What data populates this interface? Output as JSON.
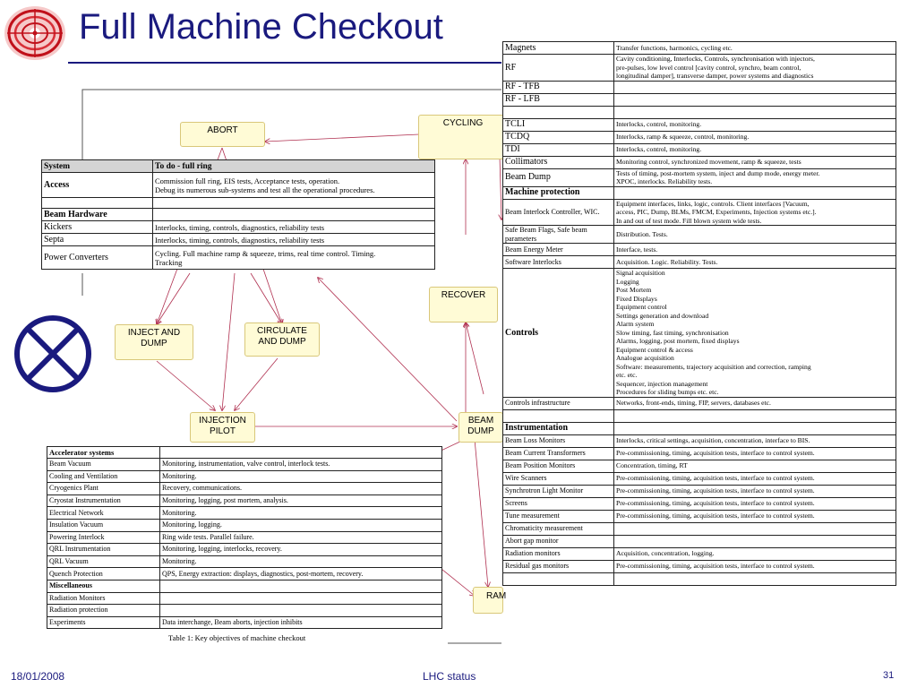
{
  "slide": {
    "title": "Full Machine Checkout",
    "footer_date": "18/01/2008",
    "footer_center": "LHC status",
    "page_number": "31"
  },
  "flow": {
    "abort": "ABORT",
    "cycling": "CYCLING",
    "recover": "RECOVER",
    "inject_and_dump": [
      "INJECT AND",
      "DUMP"
    ],
    "circulate_and_dump": [
      "CIRCULATE",
      "AND DUMP"
    ],
    "injection_pilot": [
      "INJECTION",
      "PILOT"
    ],
    "beam_dump": [
      "BEAM",
      "DUMP"
    ],
    "ramp": "RAM"
  },
  "table_full_ring": {
    "headers": [
      "System",
      "To do - full ring"
    ],
    "rows": [
      {
        "system": "Access",
        "desc": [
          "Commission full ring, EIS tests, Acceptance tests, operation.",
          "Debug its numerous sub-systems and test all the operational procedures."
        ],
        "bold": true
      },
      {
        "system": "",
        "desc": [
          ""
        ]
      },
      {
        "system": "Beam Hardware",
        "desc": [
          ""
        ],
        "bold": true
      },
      {
        "system": "Kickers",
        "desc": [
          "Interlocks, timing, controls, diagnostics, reliability tests"
        ]
      },
      {
        "system": "Septa",
        "desc": [
          "Interlocks, timing, controls, diagnostics, reliability tests"
        ]
      },
      {
        "system": "Power Converters",
        "desc": [
          "Cycling. Full machine ramp & squeeze, trims, real time control. Timing.",
          "Tracking"
        ]
      }
    ]
  },
  "table_accelerator": {
    "headers": [
      "Accelerator systems",
      ""
    ],
    "rows": [
      {
        "system": "Beam Vacuum",
        "desc": "Monitoring, instrumentation, valve control, interlock tests."
      },
      {
        "system": "Cooling and Ventilation",
        "desc": "Monitoring."
      },
      {
        "system": "Cryogenics Plant",
        "desc": "Recovery, communications."
      },
      {
        "system": "Cryostat Instrumentation",
        "desc": "Monitoring, logging, post mortem, analysis."
      },
      {
        "system": "Electrical Network",
        "desc": "Monitoring."
      },
      {
        "system": "Insulation Vacuum",
        "desc": "Monitoring, logging."
      },
      {
        "system": "Powering Interlock",
        "desc": "Ring wide tests. Parallel failure."
      },
      {
        "system": "QRL Instrumentation",
        "desc": "Monitoring, logging, interlocks, recovery."
      },
      {
        "system": "QRL Vacuum",
        "desc": "Monitoring."
      },
      {
        "system": "Quench Protection",
        "desc": "QPS, Energy extraction: displays, diagnostics, post-mortem, recovery."
      },
      {
        "system": "Miscellaneous",
        "desc": "",
        "bold": true
      },
      {
        "system": "Radiation Monitors",
        "desc": ""
      },
      {
        "system": "Radiation protection",
        "desc": ""
      },
      {
        "system": "Experiments",
        "desc": "Data interchange, Beam aborts, injection inhibits"
      }
    ],
    "caption": "Table 1:  Key objectives of machine checkout"
  },
  "table_right": {
    "rows": [
      {
        "system": "Magnets",
        "desc": [
          "Transfer functions, harmonics, cycling etc."
        ]
      },
      {
        "system": "RF",
        "desc": [
          "Cavity conditioning, Interlocks, Controls, synchronisation with injectors,",
          "pre-pulses, low level control [cavity control, synchro, beam control,",
          "longitudinal damper], transverse damper, power systems and diagnostics"
        ]
      },
      {
        "system": "RF  - TFB",
        "desc": [
          ""
        ]
      },
      {
        "system": "RF - LFB",
        "desc": [
          ""
        ]
      },
      {
        "system": "",
        "desc": [
          ""
        ]
      },
      {
        "system": "TCLI",
        "desc": [
          "Interlocks, control, monitoring."
        ]
      },
      {
        "system": "TCDQ",
        "desc": [
          "Interlocks, ramp & squeeze, control, monitoring."
        ]
      },
      {
        "system": "TDI",
        "desc": [
          "Interlocks, control, monitoring."
        ]
      },
      {
        "system": "Collimators",
        "desc": [
          "Monitoring control, synchronized movement, ramp & squeeze, tests"
        ]
      },
      {
        "system": "Beam Dump",
        "desc": [
          "Tests of timing, post-mortem system, inject and dump mode, energy meter.",
          "XPOC, interlocks. Reliability tests."
        ]
      },
      {
        "system": "Machine protection",
        "desc": [
          ""
        ],
        "bold": true
      },
      {
        "system": "Beam Interlock Controller, WIC.",
        "desc": [
          "Equipment interfaces, links, logic, controls. Client interfaces [Vacuum,",
          "access, PIC, Dump, BLMs, FMCM, Experiments, Injection systems etc.].",
          "In and out of test mode. Fill blown system wide tests."
        ],
        "small": true
      },
      {
        "system": "Safe Beam Flags, Safe beam parameters",
        "desc": [
          "Distribution. Tests."
        ],
        "small": true
      },
      {
        "system": "Beam Energy Meter",
        "desc": [
          "Interface, tests."
        ],
        "small": true
      },
      {
        "system": "Software Interlocks",
        "desc": [
          "Acquisition. Logic. Reliability. Tests."
        ],
        "small": true
      },
      {
        "system": "Controls",
        "desc": [
          "Signal acquisition",
          "Logging",
          "Post Mortem",
          "Fixed Displays",
          "Equipment control",
          "Settings generation and download",
          "Alarm system",
          "Slow timing, fast timing, synchronisation",
          "Alarms, logging, post mortem, fixed displays",
          "Equipment control & access",
          "Analogue acquisition",
          "Software: measurements, trajectory acquisition and correction, ramping",
          "etc. etc.",
          "Sequencer, injection management",
          "Procedures for sliding bumps etc. etc."
        ],
        "bold": true
      },
      {
        "system": "Controls infrastructure",
        "desc": [
          "Networks, front-ends, timing, FIP, servers, databases etc."
        ],
        "small": true
      },
      {
        "system": "",
        "desc": [
          ""
        ]
      },
      {
        "system": "Instrumentation",
        "desc": [
          ""
        ],
        "bold": true
      },
      {
        "system": "Beam Loss Monitors",
        "desc": [
          "Interlocks, critical settings, acquisition, concentration, interface to BIS."
        ],
        "small": true
      },
      {
        "system": "Beam Current Transformers",
        "desc": [
          "Pre-commissioning, timing, acquisition tests, interface to control system."
        ],
        "small": true
      },
      {
        "system": "Beam Position Monitors",
        "desc": [
          "Concentration, timing, RT"
        ],
        "small": true
      },
      {
        "system": "Wire Scanners",
        "desc": [
          "Pre-commissioning, timing, acquisition tests, interface to control system."
        ],
        "small": true
      },
      {
        "system": "Synchrotron Light Monitor",
        "desc": [
          "Pre-commissioning, timing, acquisition tests, interface to control system."
        ],
        "small": true
      },
      {
        "system": "Screens",
        "desc": [
          "Pre-commissioning, timing, acquisition tests, interface to control system."
        ],
        "small": true
      },
      {
        "system": "Tune measurement",
        "desc": [
          "Pre-commissioning, timing, acquisition tests, interface to control system."
        ],
        "small": true
      },
      {
        "system": "Chromaticity measurement",
        "desc": [
          ""
        ],
        "small": true
      },
      {
        "system": "Abort gap monitor",
        "desc": [
          ""
        ],
        "small": true
      },
      {
        "system": "Radiation monitors",
        "desc": [
          "Acquisition, concentration, logging."
        ],
        "small": true
      },
      {
        "system": "Residual gas monitors",
        "desc": [
          "Pre-commissioning, timing, acquisition tests, interface to control system."
        ],
        "small": true
      },
      {
        "system": "",
        "desc": [
          ""
        ]
      }
    ]
  },
  "colors": {
    "title": "#1a1a7e",
    "flowbox_fill": "#fffbd6",
    "arrow": "#b03050",
    "cross": "#1a1a7e"
  },
  "icons": [
    "lhc-logo-icon",
    "circled-x-icon"
  ]
}
